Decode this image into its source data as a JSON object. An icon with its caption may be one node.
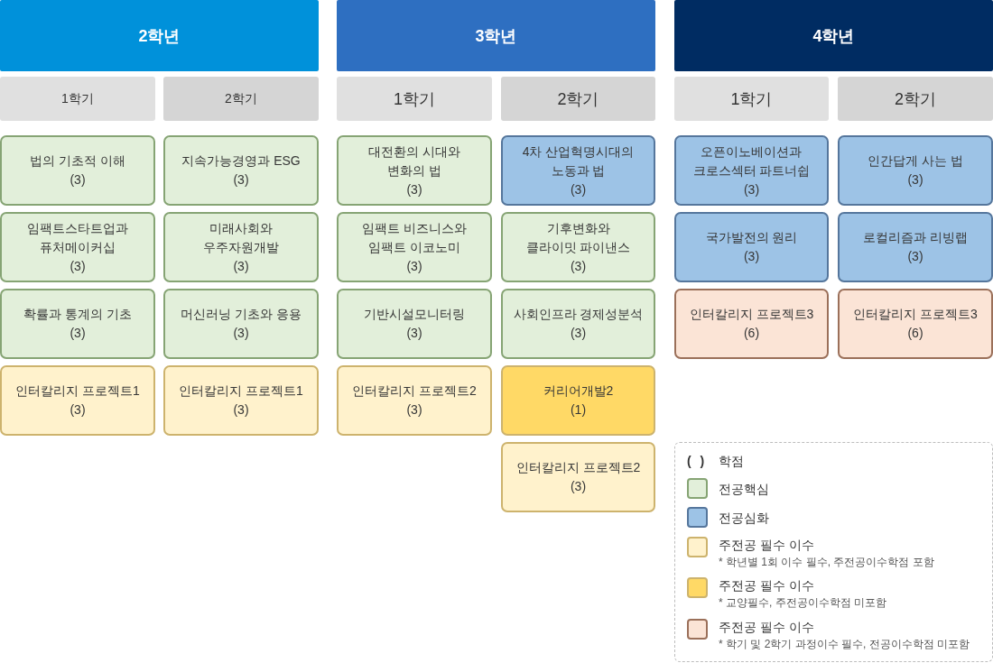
{
  "diagram": {
    "nodes": [
      {
        "text": [
          "2학년"
        ]
      },
      {
        "text": [
          "3학년"
        ]
      },
      {
        "text": [
          "4학년"
        ]
      },
      {
        "text": [
          "1학기"
        ]
      },
      {
        "text": [
          "2학기"
        ]
      },
      {
        "text": [
          "1학기"
        ]
      },
      {
        "text": [
          "2학기"
        ]
      },
      {
        "text": [
          "1학기"
        ]
      },
      {
        "text": [
          "2학기"
        ]
      },
      {
        "text": [
          "법의 기초적 이해",
          "(3)"
        ]
      },
      {
        "text": [
          "지속가능경영과 ESG",
          "(3)"
        ]
      },
      {
        "text": [
          "대전환의 시대와 변화의 법",
          "(3)"
        ]
      },
      {
        "text": [
          "4차 산업혁명시대의 노동과 법",
          "(3)"
        ]
      },
      {
        "text": [
          "오픈이노베이션과 크로스섹터 파트너쉽",
          "(3)"
        ]
      },
      {
        "text": [
          "인간답게 사는 법",
          "(3)"
        ]
      },
      {
        "text": [
          "임팩트스타트업과 퓨처메이커십",
          "(3)"
        ]
      },
      {
        "text": [
          "미래사회와 우주자원개발",
          "(3)"
        ]
      },
      {
        "text": [
          "임팩트 비즈니스와 임팩트 이코노미",
          "(3)"
        ]
      },
      {
        "text": [
          "기후변화와 클라이밋 파이낸스",
          "(3)"
        ]
      },
      {
        "text": [
          "국가발전의 원리",
          "(3)"
        ]
      },
      {
        "text": [
          "로컬리즘과 리빙랩",
          "(3)"
        ]
      },
      {
        "text": [
          "확률과 통계의 기초",
          "(3)"
        ]
      },
      {
        "text": [
          "머신러닝 기초와 응용",
          "(3)"
        ]
      },
      {
        "text": [
          "기반시설모니터링",
          "(3)"
        ]
      },
      {
        "text": [
          "사회인프라 경제성분석",
          "(3)"
        ]
      },
      {
        "text": [
          "인터칼리지 프로젝트3",
          "(6)"
        ]
      },
      {
        "text": [
          "인터칼리지 프로젝트3",
          "(6)"
        ]
      },
      {
        "text": [
          "인터칼리지 프로젝트1",
          "(3)"
        ]
      },
      {
        "text": [
          "인터칼리지 프로젝트1",
          "(3)"
        ]
      },
      {
        "text": [
          "인터칼리지 프로젝트2",
          "(3)"
        ]
      },
      {
        "text": [
          "커리어개발2",
          "(1)"
        ]
      },
      {
        "text": [
          "인터칼리지 프로젝트2",
          "(3)"
        ]
      }
    ],
    "labels": [
      "( )",
      "* 학년별 1회 이수 필수, 주전공이수학점 포함",
      "* 교양필수, 주전공이수학점 미포함",
      "* 학기 및 2학기 과정이수 필수, 전공이수학점 미포함"
    ],
    "legend": [
      {
        "text": "학점"
      },
      {
        "text": "전공핵심",
        "color": "#e2efda"
      },
      {
        "text": "전공심화",
        "color": "#9dc3e6"
      },
      {
        "text": "주전공 필수 이수",
        "color": "#fff2cc"
      },
      {
        "text": "주전공 필수 이수",
        "color": "#ffd966"
      },
      {
        "text": "주전공 필수 이수",
        "color": "#fbe4d6"
      }
    ]
  }
}
